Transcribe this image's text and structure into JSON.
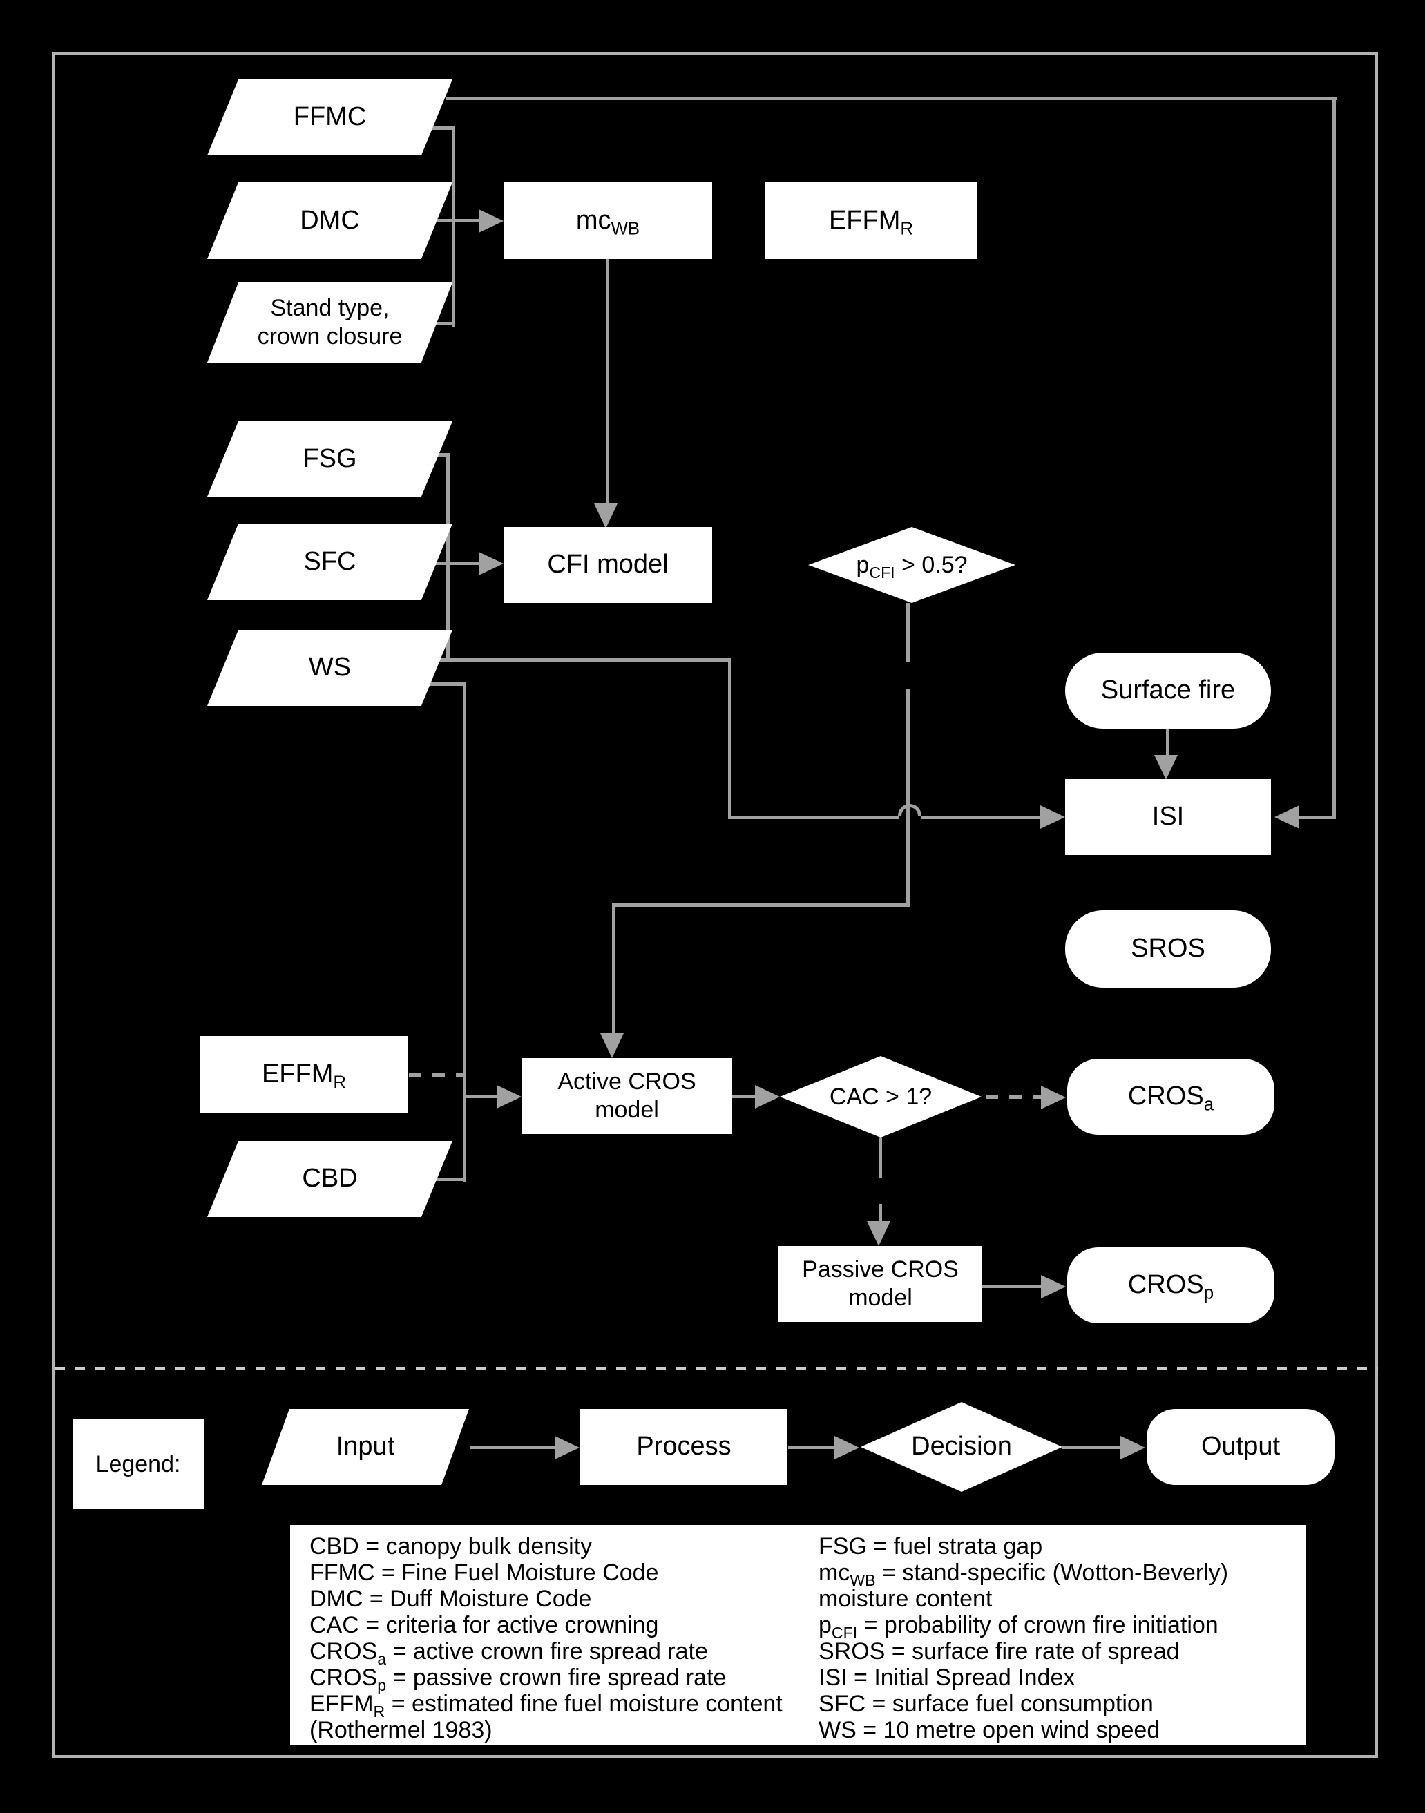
{
  "colors": {
    "line": "#a1a1a1",
    "border": "#b3b3b3",
    "separator": "#cccccc",
    "shape": "#ffffff",
    "ink": "#000000",
    "bg": "#000000"
  },
  "nodes": {
    "ffmc": {
      "base": "FFMC",
      "sub": "",
      "rest": ""
    },
    "dmc": {
      "base": "DMC",
      "sub": "",
      "rest": ""
    },
    "stand": {
      "base": "Stand type,\ncrown closure",
      "sub": "",
      "rest": ""
    },
    "mcwb": {
      "base": "mc",
      "sub": "WB",
      "rest": ""
    },
    "effmr_top": {
      "base": "EFFM",
      "sub": "R",
      "rest": ""
    },
    "fsg": {
      "base": "FSG",
      "sub": "",
      "rest": ""
    },
    "sfc": {
      "base": "SFC",
      "sub": "",
      "rest": ""
    },
    "ws": {
      "base": "WS",
      "sub": "",
      "rest": ""
    },
    "cfi": {
      "base": "CFI model",
      "sub": "",
      "rest": ""
    },
    "pcfi": {
      "base": "p",
      "sub": "CFI",
      "rest": " > 0.5?"
    },
    "surface_fire": {
      "base": "Surface fire",
      "sub": "",
      "rest": ""
    },
    "isi": {
      "base": "ISI",
      "sub": "",
      "rest": ""
    },
    "sros": {
      "base": "SROS",
      "sub": "",
      "rest": ""
    },
    "effmr_dashed": {
      "base": "EFFM",
      "sub": "R",
      "rest": ""
    },
    "cbd": {
      "base": "CBD",
      "sub": "",
      "rest": ""
    },
    "active_cros": {
      "base": "Active CROS\nmodel",
      "sub": "",
      "rest": ""
    },
    "cac": {
      "base": "CAC > 1?",
      "sub": "",
      "rest": ""
    },
    "cros_a": {
      "base": "CROS",
      "sub": "a",
      "rest": ""
    },
    "passive_cros": {
      "base": "Passive CROS\nmodel",
      "sub": "",
      "rest": ""
    },
    "cros_p": {
      "base": "CROS",
      "sub": "p",
      "rest": ""
    }
  },
  "legend": {
    "title": "Legend:",
    "shapes": {
      "input": "Input",
      "process": "Process",
      "decision": "Decision",
      "output": "Output"
    },
    "left": [
      {
        "base": "CBD = canopy bulk density",
        "sub": "",
        "rest": ""
      },
      {
        "base": "FFMC = Fine Fuel Moisture Code",
        "sub": "",
        "rest": ""
      },
      {
        "base": "DMC = Duff Moisture Code",
        "sub": "",
        "rest": ""
      },
      {
        "base": "CAC = criteria for active crowning",
        "sub": "",
        "rest": ""
      },
      {
        "base": "CROS",
        "sub": "a",
        "rest": " = active crown fire spread rate"
      },
      {
        "base": "CROS",
        "sub": "p",
        "rest": " = passive crown fire spread rate"
      },
      {
        "base": "EFFM",
        "sub": "R",
        "rest": " = estimated fine fuel moisture content"
      },
      {
        "base": "(Rothermel 1983)",
        "sub": "",
        "rest": ""
      }
    ],
    "right": [
      {
        "base": "FSG = fuel strata gap",
        "sub": "",
        "rest": ""
      },
      {
        "base": "mc",
        "sub": "WB",
        "rest": " = stand-specific (Wotton-Beverly)"
      },
      {
        "base": "moisture content",
        "sub": "",
        "rest": ""
      },
      {
        "base": "p",
        "sub": "CFI",
        "rest": " = probability of crown fire initiation"
      },
      {
        "base": "SROS = surface fire rate of spread",
        "sub": "",
        "rest": ""
      },
      {
        "base": "ISI = Initial Spread Index",
        "sub": "",
        "rest": ""
      },
      {
        "base": "SFC = surface fuel consumption",
        "sub": "",
        "rest": ""
      },
      {
        "base": "WS = 10 metre open wind speed",
        "sub": "",
        "rest": ""
      }
    ]
  }
}
